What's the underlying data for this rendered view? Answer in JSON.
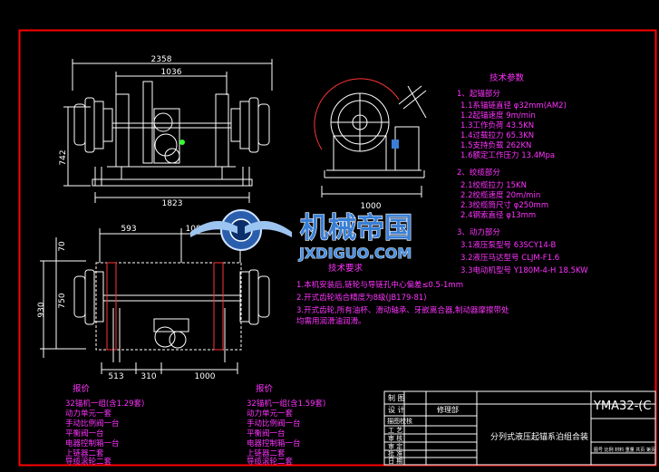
{
  "drawing": {
    "colors": {
      "background": "#000000",
      "frame": "#ff0000",
      "lines": "#ffffff",
      "notes": "#ff33ff",
      "watermark_blue": "#3a7fd6"
    },
    "dimensions": {
      "top_overall": "2358",
      "top_inner": "1036",
      "height_front": "742",
      "bottom_base": "1823",
      "plan_left": "593",
      "plan_right": "1080",
      "plan_top": "70",
      "plan_h1": "750",
      "plan_h2": "930",
      "plan_b1": "513",
      "plan_b2": "310",
      "plan_b3": "1000",
      "side_width": "1000"
    },
    "tech_params": {
      "title": "技术参数",
      "sections": [
        {
          "title": "1、起锚部分",
          "items": [
            "1.1系锚链直径      φ32mm(AM2)",
            "1.2起锚速度          9m/min",
            "1.3工作负荷        43.5KN",
            "1.4过载拉力        65.3KN",
            "1.5支持负载        262KN",
            "1.6额定工作压力      13.4Mpa"
          ]
        },
        {
          "title": "2、绞缆部分",
          "items": [
            "2.1绞缆拉力        15KN",
            "2.2绞缆速度          20m/min",
            "2.3绞缆筒尺寸    φ250mm",
            "2.4钢索直径      φ13mm"
          ]
        },
        {
          "title": "3、动力部分",
          "items": [
            "3.1液压泵型号      63SCY14-B",
            "3.2液压马达型号      CLJM-F1.6",
            "3.3电动机型号    Y180M-4-H 18.5KW"
          ]
        }
      ]
    },
    "tech_req": {
      "title": "技术要求",
      "items": [
        "1.本机安装后,链轮与导链孔中心偏差≤0.5-1mm",
        "2.开式齿轮啮合精度为8级(JB179-81)",
        "3.开式齿轮,所有油杯、滑动轴承、牙嵌离合器,制动器摩擦带处",
        "   均需用润滑油润滑。"
      ]
    },
    "left_list": {
      "title": "报价",
      "items": [
        "32锚机一组(含1.29套)",
        "动力单元一套",
        "手动比例阀一台",
        "平衡阀一台",
        "电器控制箱一台",
        "上链器二套",
        "导缆滚轮二套"
      ]
    },
    "right_list": {
      "title": "报价",
      "items": [
        "32锚机一组(含1.59套)",
        "动力单元一套",
        "手动比例阀一台",
        "平衡阀一台",
        "电器控制箱一台",
        "上链器二套",
        "导缆滚轮二套"
      ]
    },
    "title_block": {
      "row1_label": "制  图",
      "row2_label": "设  计",
      "dept": "修理部",
      "checker": "描图校核",
      "rows": [
        "工  艺",
        "审  核",
        "审  定",
        "批  准",
        "日  期"
      ],
      "drawing_name": "分列式液压起锚系泊组合装",
      "drawing_no": "YMA32-(C",
      "bottom_labels": "图号 比例 材料 重量 共页 第页"
    },
    "watermark": {
      "line1": "机械帝国",
      "line2": "JXDIGUO.COM"
    }
  }
}
